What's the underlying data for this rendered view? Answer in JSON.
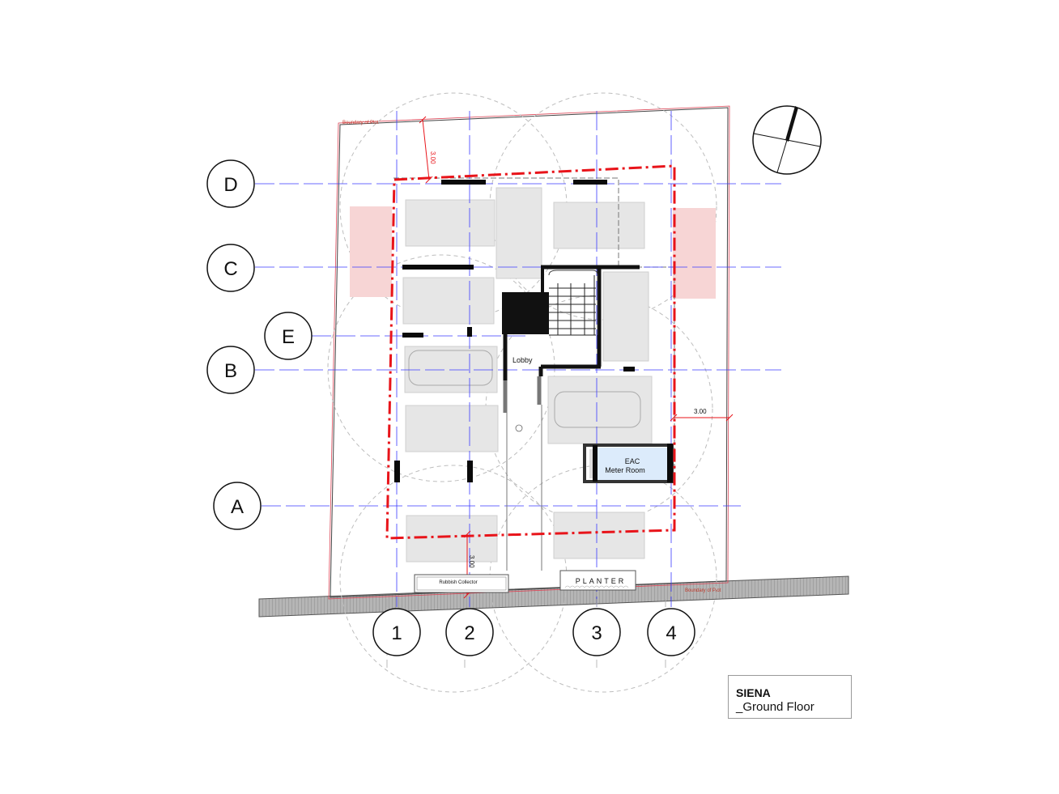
{
  "project": {
    "name": "SIENA",
    "drawing": "_Ground Floor"
  },
  "grid_rows": [
    "D",
    "C",
    "E",
    "B",
    "A"
  ],
  "grid_columns": [
    "1",
    "2",
    "3",
    "4"
  ],
  "labels": {
    "boundary_top": "Boundary of Plot",
    "boundary_bottom": "Boundary of Plot",
    "lobby": "Lobby",
    "eac_line1": "EAC",
    "eac_line2": "Meter Room",
    "rubbish": "Rubbish Collector",
    "planter": "PLANTER"
  },
  "dimensions": {
    "setback_top": "3.00",
    "setback_right": "3.00",
    "setback_bottom": "3.00"
  },
  "colors": {
    "gridline": "#3b3bff",
    "setback": "#e8141a",
    "boundary": "#c0392b",
    "parking": "#e6e6e6",
    "pink": "#f7d5d5",
    "eac": "#dcebfb"
  }
}
